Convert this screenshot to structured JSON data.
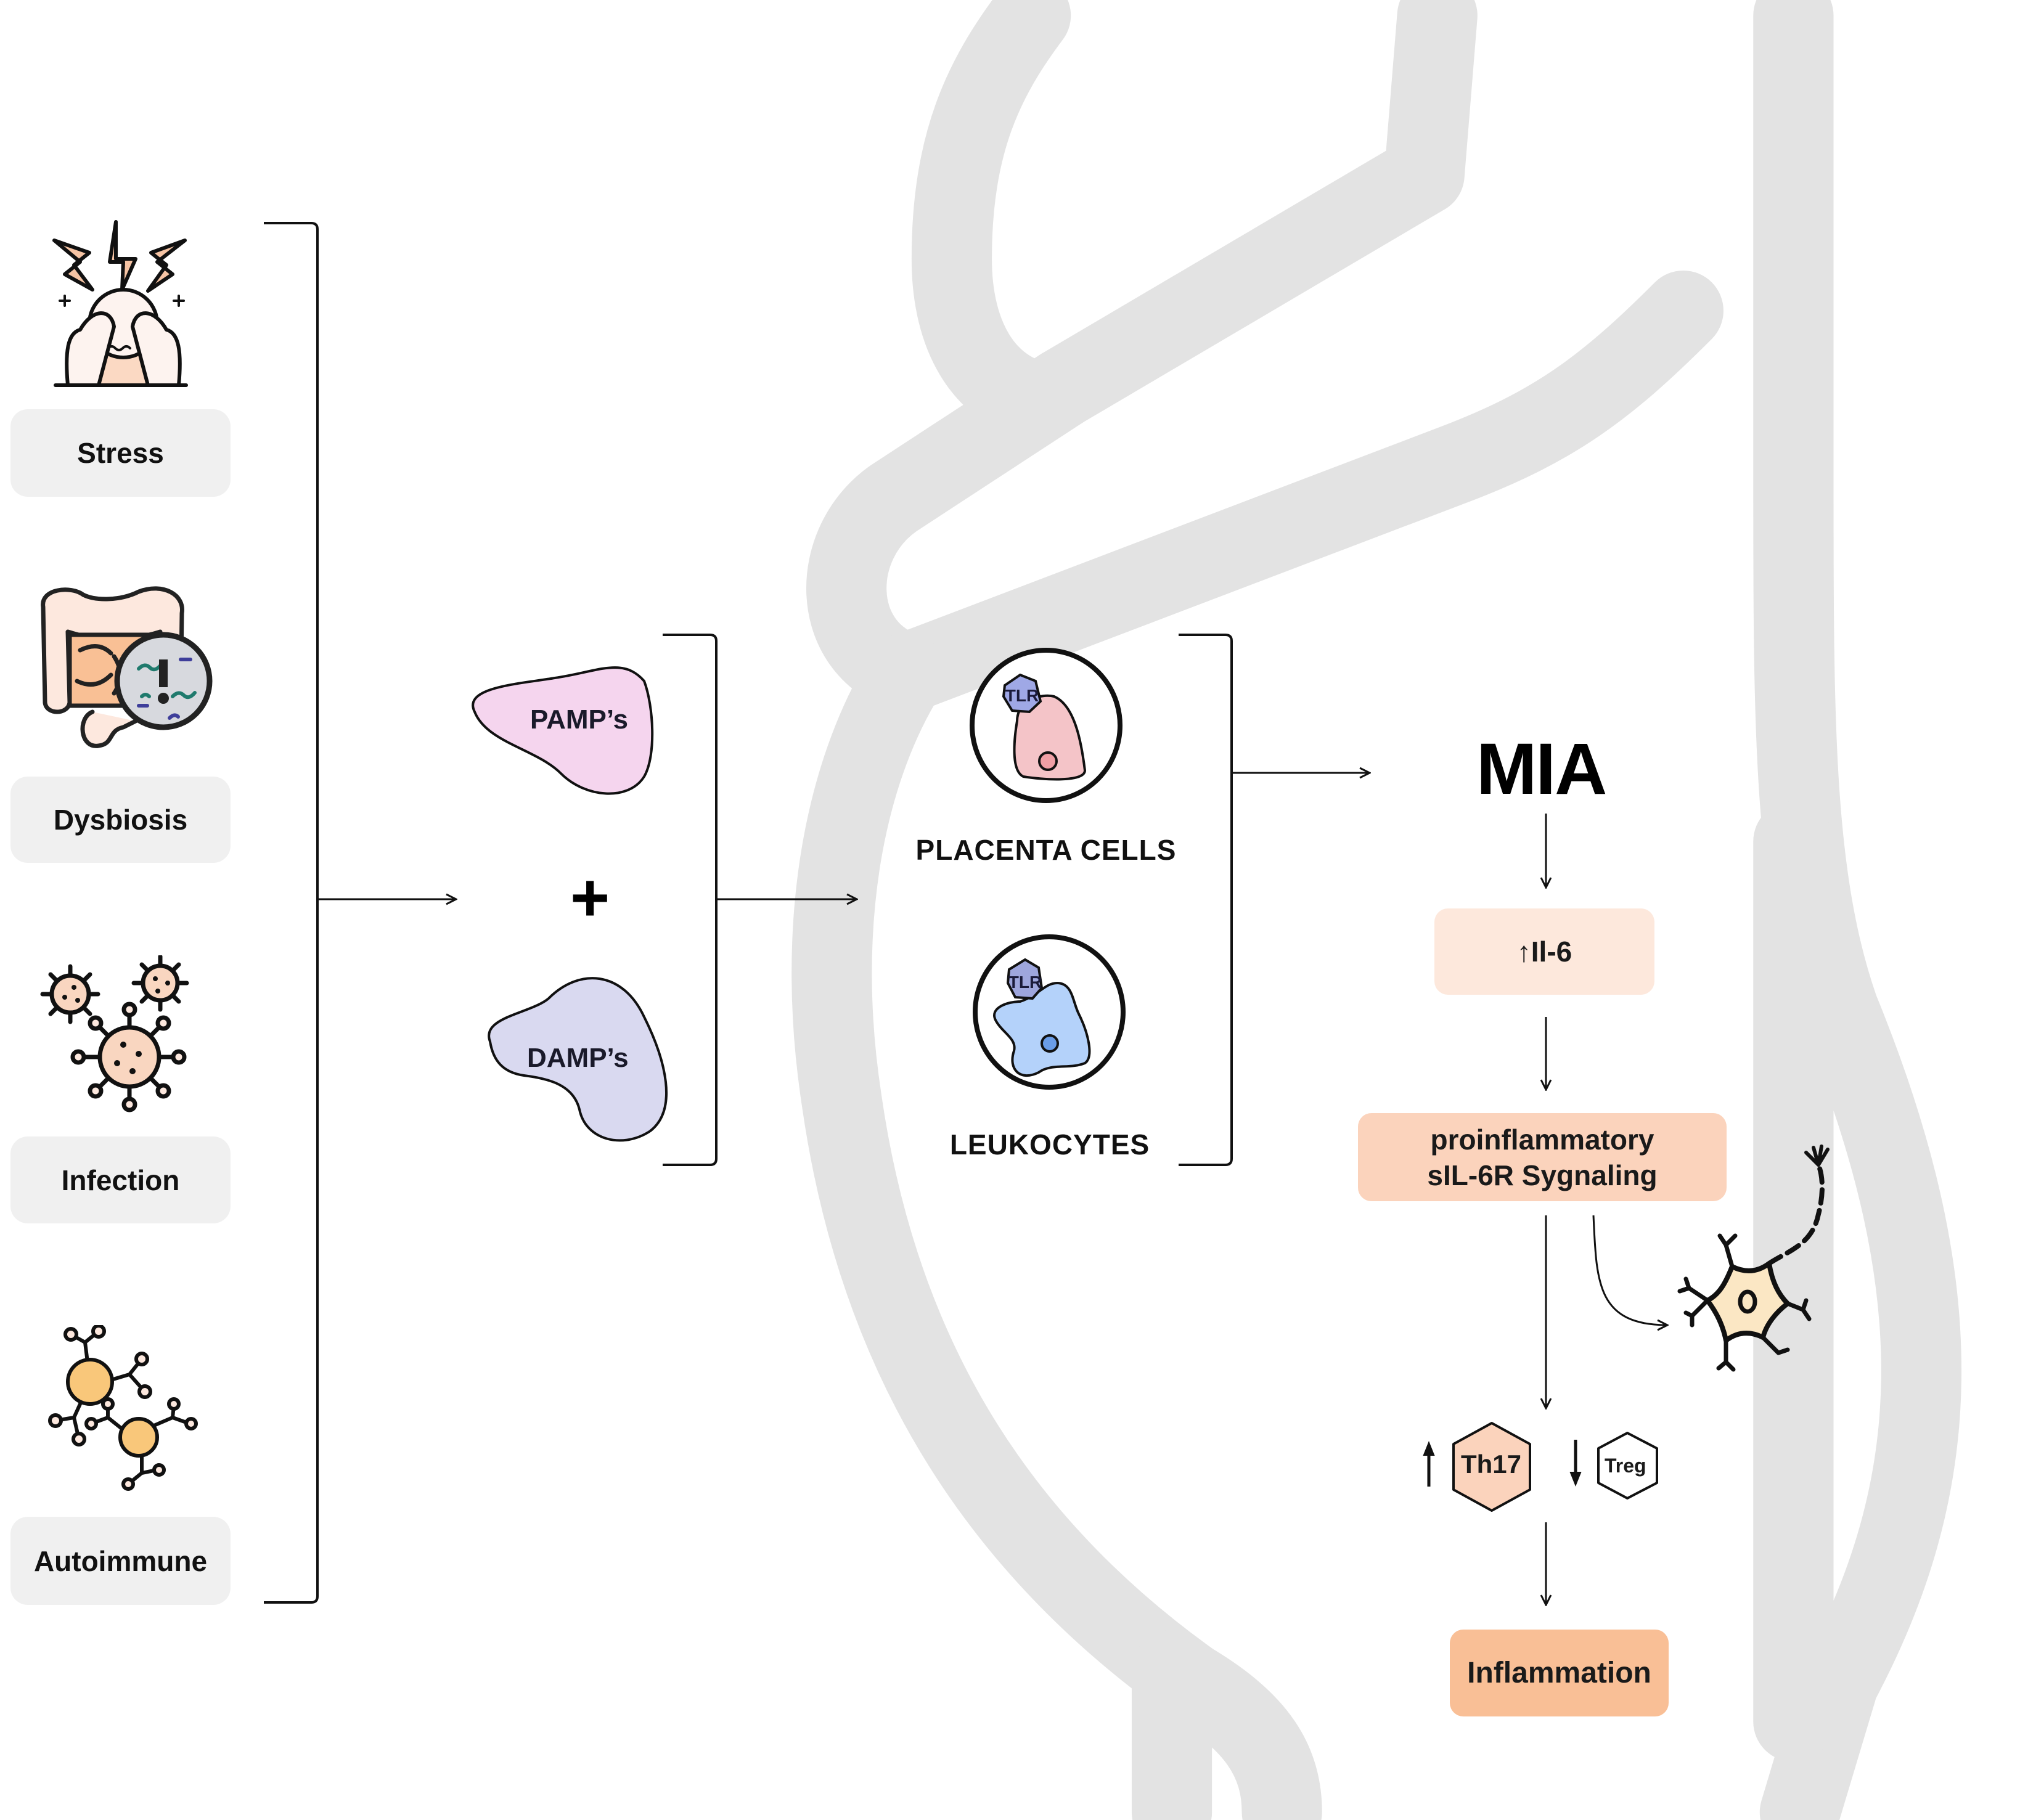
{
  "colors": {
    "silhouette": "#e3e3e3",
    "label_bg": "#f0f0f0",
    "peach_light": "#fde8dc",
    "peach": "#fbd3bc",
    "peach_strong": "#f9bf96",
    "pamp_fill": "#f5d5ee",
    "damp_fill": "#d9d9f0",
    "tlr_fill": "#9fa8e6",
    "placenta_fill": "#f4c4c8",
    "leukocyte_fill": "#b4d2fa",
    "neuron_fill": "#fbe7c4",
    "autoimmune_fill": "#f9c77a"
  },
  "triggers": [
    {
      "label": "Stress",
      "icon": "stressed-person-icon"
    },
    {
      "label": "Dysbiosis",
      "icon": "intestine-bacteria-icon"
    },
    {
      "label": "Infection",
      "icon": "virus-icon"
    },
    {
      "label": "Autoimmune",
      "icon": "antibody-cells-icon"
    }
  ],
  "patterns": {
    "pamp": "PAMP’s",
    "plus": "+",
    "damp": "DAMP’s"
  },
  "cells": {
    "receptor": "TLR",
    "placenta": "PLACENTA CELLS",
    "leukocytes": "LEUKOCYTES"
  },
  "cascade": {
    "mia": "MIA",
    "il6": "↑Il-6",
    "signaling_line1": "proinflammatory",
    "signaling_line2": "sIL-6R Sygnaling",
    "th17": "Th17",
    "th17_direction": "up",
    "treg": "Treg",
    "treg_direction": "down",
    "outcome": "Inflammation",
    "neuron_icon": "neuron-icon"
  }
}
